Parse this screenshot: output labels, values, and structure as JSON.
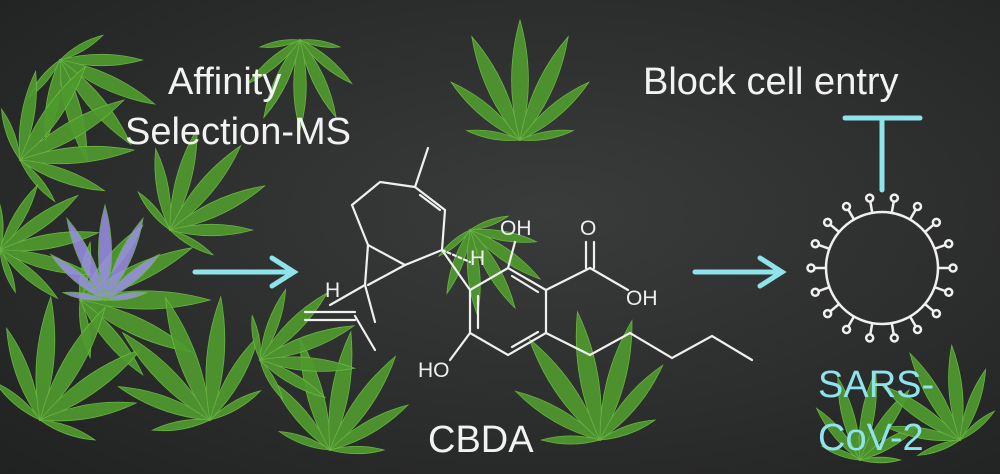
{
  "labels": {
    "method_line1": "Affinity",
    "method_line2": "Selection-MS",
    "effect": "Block cell entry",
    "virus_line1": "SARS-",
    "virus_line2": "CoV-2",
    "compound": "CBDA"
  },
  "atoms": {
    "oh_phenol_top": "OH",
    "carbonyl_o": "O",
    "acid_oh": "OH",
    "h_left": "H",
    "h_right": "H",
    "ho_bottom": "HO"
  },
  "colors": {
    "accent_cyan": "#8fe3ea",
    "leaf_green": "#4f9a2e",
    "background": "#2b2c2c"
  }
}
